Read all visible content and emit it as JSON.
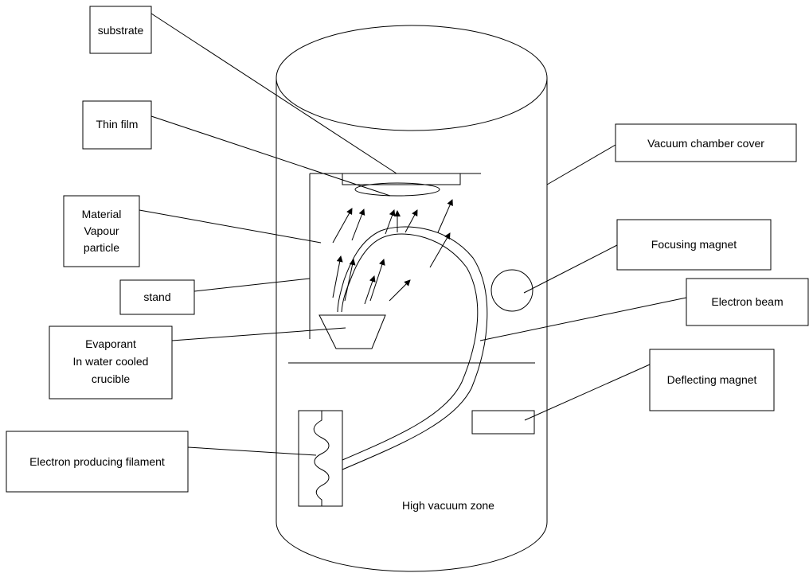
{
  "labels": {
    "substrate": "substrate",
    "thin_film": "Thin film",
    "vapour": [
      "Material",
      "Vapour",
      "particle"
    ],
    "stand": "stand",
    "evaporant": [
      "Evaporant",
      "In water cooled",
      "crucible"
    ],
    "filament": "Electron producing filament",
    "vacuum_cover": "Vacuum chamber cover",
    "focusing_magnet": "Focusing magnet",
    "electron_beam": "Electron beam",
    "deflecting_magnet": "Deflecting magnet",
    "high_vacuum_zone": "High vacuum zone"
  }
}
